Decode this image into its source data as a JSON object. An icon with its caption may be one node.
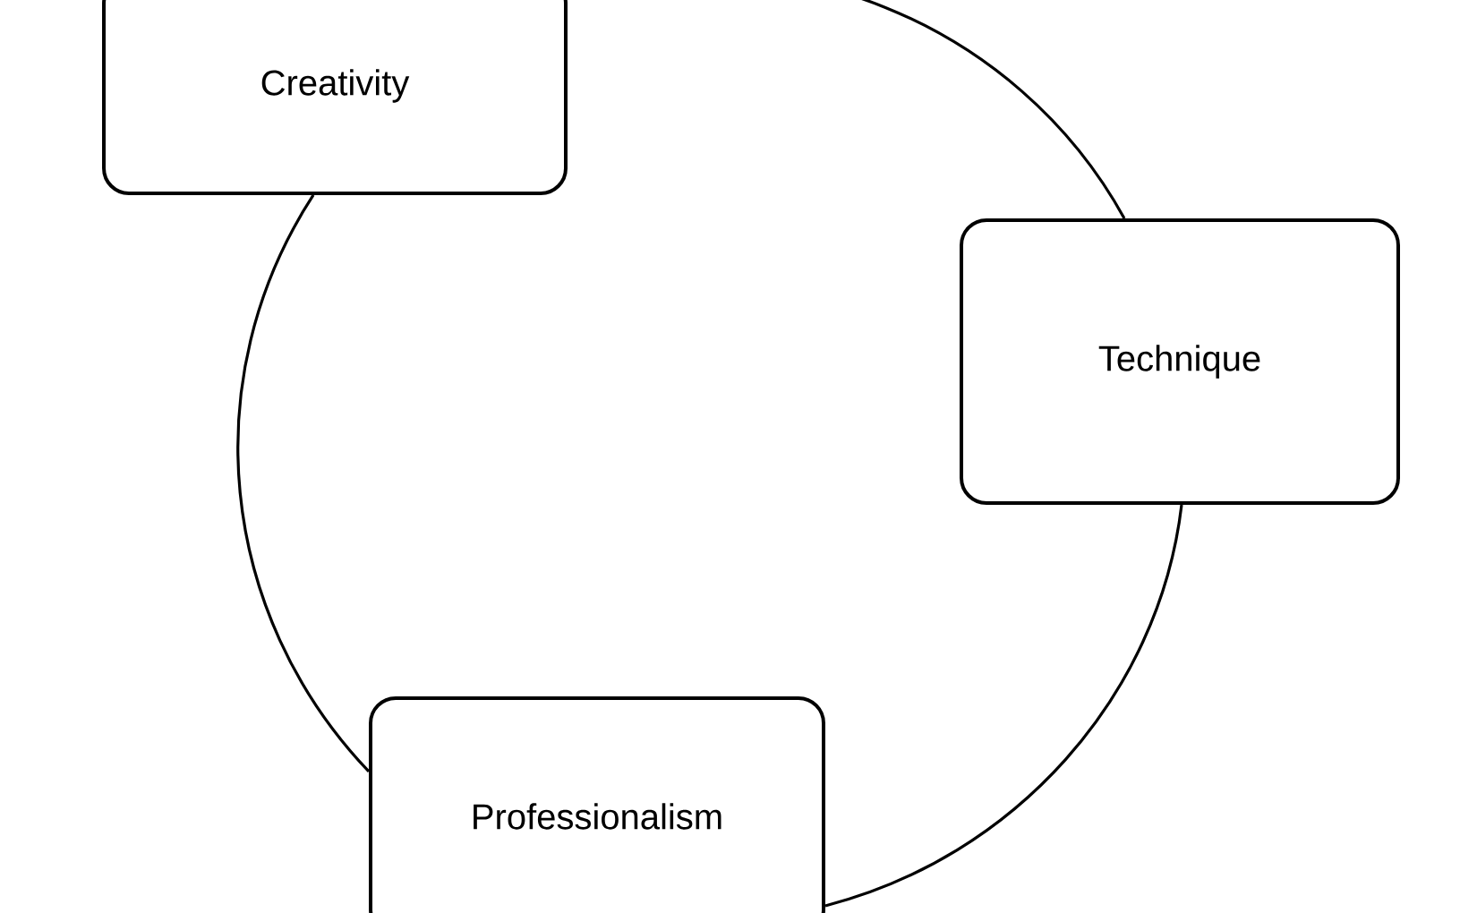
{
  "diagram": {
    "nodes": [
      {
        "text": [
          "Creativity"
        ]
      },
      {
        "text": [
          "Technique"
        ]
      },
      {
        "text": [
          "Professionalism"
        ]
      }
    ],
    "edges": [
      {
        "from": 0,
        "to": 1,
        "arrow": "none"
      },
      {
        "from": 1,
        "to": 2,
        "arrow": "none"
      },
      {
        "from": 2,
        "to": 0,
        "arrow": "none"
      }
    ]
  }
}
